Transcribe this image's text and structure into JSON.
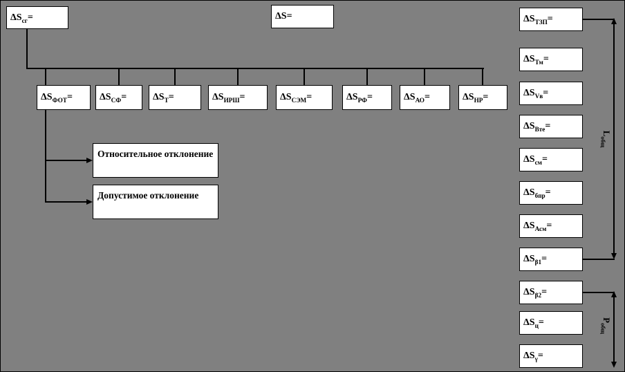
{
  "page": {
    "background_color": "#808080",
    "box_background": "#ffffff",
    "line_color": "#000000"
  },
  "top_left": {
    "base": "ΔS",
    "sub": "сг",
    "eq": "="
  },
  "top_center": {
    "base": "ΔS",
    "sub": "",
    "eq": "="
  },
  "mid": [
    {
      "base": "ΔS",
      "sub": "ФОТ",
      "eq": "="
    },
    {
      "base": "ΔS",
      "sub": "СФ",
      "eq": "="
    },
    {
      "base": "ΔS",
      "sub": "Т",
      "eq": "="
    },
    {
      "base": "ΔS",
      "sub": "ИРШ",
      "eq": "="
    },
    {
      "base": "ΔS",
      "sub": "СЭМ",
      "eq": "="
    },
    {
      "base": "ΔS",
      "sub": "РФ",
      "eq": "="
    },
    {
      "base": "ΔS",
      "sub": "АО",
      "eq": "="
    },
    {
      "base": "ΔS",
      "sub": "НР",
      "eq": "="
    }
  ],
  "right": [
    {
      "base": "ΔS",
      "sub": "ТЗП",
      "eq": "="
    },
    {
      "base": "ΔS",
      "sub": "Тм",
      "eq": "="
    },
    {
      "base": "ΔS",
      "sub": "Vв",
      "eq": "="
    },
    {
      "base": "ΔS",
      "sub": "Вте",
      "eq": "="
    },
    {
      "base": "ΔS",
      "sub": "см",
      "eq": "="
    },
    {
      "base": "ΔS",
      "sub": "бпр",
      "eq": "="
    },
    {
      "base": "ΔS",
      "sub": "Асм",
      "eq": "="
    },
    {
      "base": "ΔS",
      "sub": "β1",
      "eq": "="
    },
    {
      "base": "ΔS",
      "sub": "β2",
      "eq": "="
    },
    {
      "base": "ΔS",
      "sub": "ц",
      "eq": "="
    },
    {
      "base": "ΔS",
      "sub": "γ",
      "eq": "="
    }
  ],
  "callouts": [
    {
      "text": "Относительное отклонение"
    },
    {
      "text": "Допустимое отклонение"
    }
  ],
  "brackets": [
    {
      "base": "L",
      "sub": "общ"
    },
    {
      "base": "P",
      "sub": "общ"
    }
  ]
}
